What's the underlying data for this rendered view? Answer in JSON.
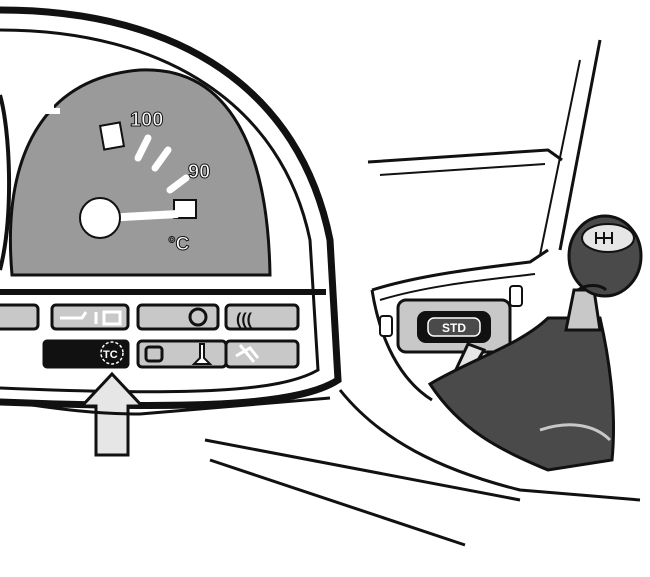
{
  "gauge": {
    "mark_high": "100",
    "mark_low": "90",
    "unit": "°C"
  },
  "indicator_panel": {
    "highlighted_warning": "TC"
  },
  "shifter_button": {
    "label": "STD"
  },
  "colors": {
    "line": "#111111",
    "panel_gray": "#9a9a9a",
    "dark_gray": "#4a4a4a",
    "light_gray": "#c8c8c8",
    "paper": "#ffffff"
  }
}
